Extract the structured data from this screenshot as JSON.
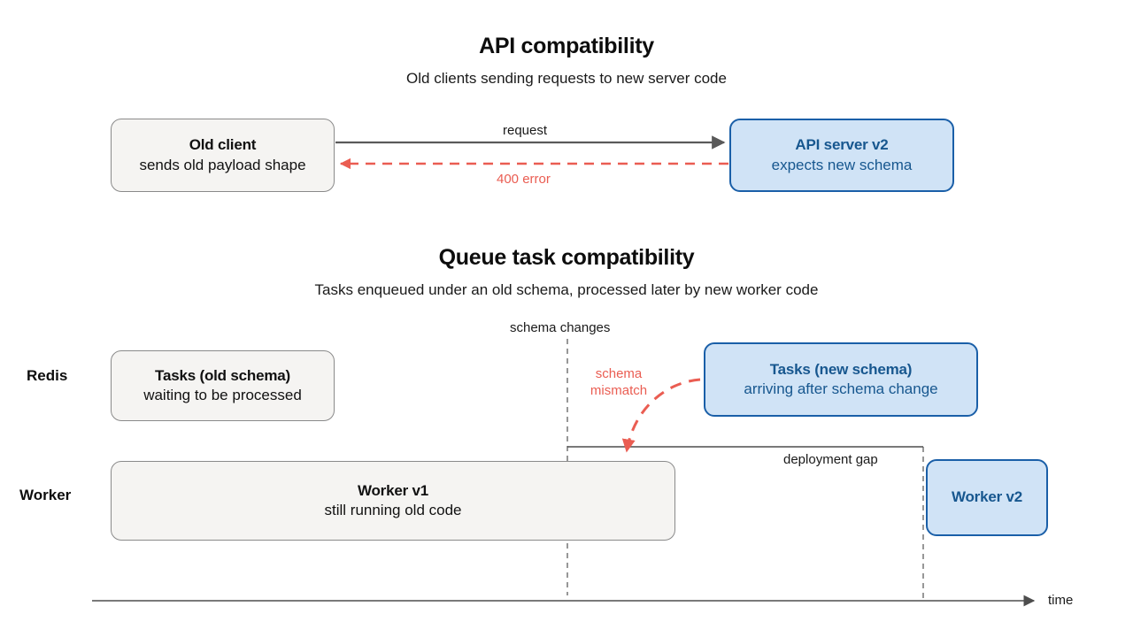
{
  "sections": {
    "api": {
      "title": "API compatibility",
      "subtitle": "Old clients sending requests to new server code",
      "nodes": {
        "old_client": {
          "title": "Old client",
          "subtitle": "sends old payload shape",
          "style": "gray"
        },
        "api_server": {
          "title": "API server v2",
          "subtitle": "expects new schema",
          "style": "blue"
        }
      },
      "edges": {
        "request_label": "request",
        "error_label": "400 error"
      }
    },
    "queue": {
      "title": "Queue task compatibility",
      "subtitle": "Tasks enqueued under an old schema, processed later by new worker code",
      "lanes": [
        {
          "label": "Redis"
        },
        {
          "label": "Worker"
        }
      ],
      "nodes": {
        "tasks_old": {
          "title": "Tasks (old schema)",
          "subtitle": "waiting to be processed",
          "style": "gray"
        },
        "tasks_new": {
          "title": "Tasks (new schema)",
          "subtitle": "arriving after schema change",
          "style": "blue"
        },
        "worker_v1": {
          "title": "Worker v1",
          "subtitle": "still running old code",
          "style": "gray"
        },
        "worker_v2": {
          "title": "Worker v2",
          "subtitle": "",
          "style": "blue"
        }
      },
      "markers": {
        "schema_changes": "schema changes",
        "schema_mismatch": "schema\nmismatch",
        "schema_mismatch_line1": "schema",
        "schema_mismatch_line2": "mismatch",
        "deployment_gap": "deployment gap",
        "time_axis": "time"
      }
    }
  },
  "colors": {
    "background": "#ffffff",
    "gray_fill": "#f5f4f2",
    "gray_stroke": "#8a8a8a",
    "blue_fill": "#d0e3f6",
    "blue_stroke": "#1a5fa8",
    "blue_text": "#17578f",
    "red_accent": "#ea5d52",
    "arrow_gray": "#595959",
    "text": "#111111"
  }
}
